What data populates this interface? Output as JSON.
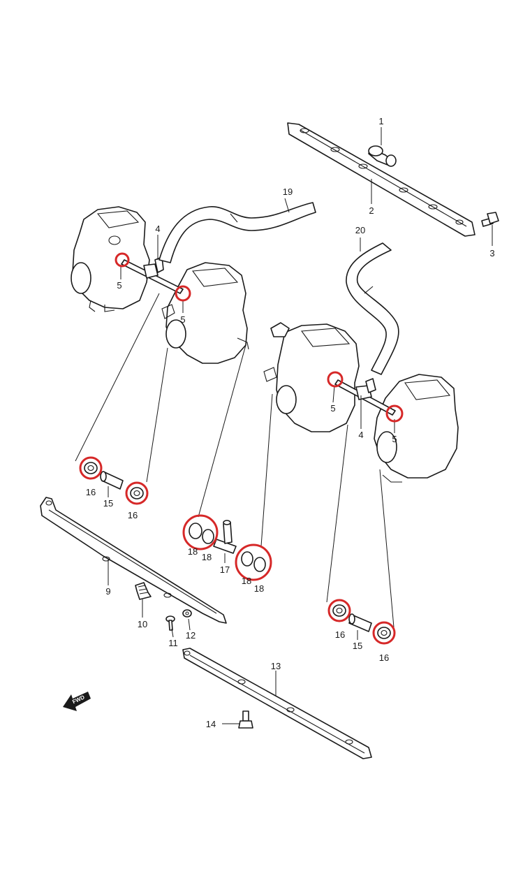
{
  "colors": {
    "highlight": "#d62828",
    "line": "#1a1a1a",
    "background": "#ffffff"
  },
  "direction_badge": {
    "text": "FWD",
    "icon": "forward-arrow-icon"
  },
  "labels": {
    "p1": "1",
    "p2": "2",
    "p3": "3",
    "p4a": "4",
    "p4b": "4",
    "p5a": "5",
    "p5b": "5",
    "p5c": "5",
    "p5d": "5",
    "p9": "9",
    "p10": "10",
    "p11": "11",
    "p12": "12",
    "p13": "13",
    "p14": "14",
    "p15a": "15",
    "p15b": "15",
    "p16a": "16",
    "p16b": "16",
    "p16c": "16",
    "p16d": "16",
    "p17": "17",
    "p18a": "18",
    "p18b": "18",
    "p18c": "18",
    "p18d": "18",
    "p19": "19",
    "p20": "20"
  }
}
